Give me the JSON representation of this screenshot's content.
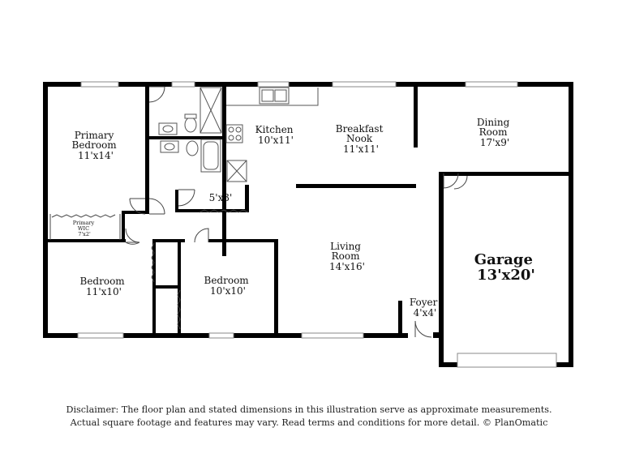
{
  "rooms": {
    "primary_bedroom": {
      "name": "Primary\nBedroom",
      "dim": "11'x14'"
    },
    "primary_wic": {
      "name": "Primary\nWIC",
      "dim": "7'x2'"
    },
    "kitchen": {
      "name": "Kitchen",
      "dim": "10'x11'"
    },
    "breakfast_nook": {
      "name": "Breakfast\nNook",
      "dim": "11'x11'"
    },
    "dining_room": {
      "name": "Dining\nRoom",
      "dim": "17'x9'"
    },
    "closet": {
      "dim": "5'x3'"
    },
    "living_room": {
      "name": "Living\nRoom",
      "dim": "14'x16'"
    },
    "bedroom_left": {
      "name": "Bedroom",
      "dim": "11'x10'"
    },
    "bedroom_middle": {
      "name": "Bedroom",
      "dim": "10'x10'"
    },
    "foyer": {
      "name": "Foyer",
      "dim": "4'x4'"
    },
    "garage": {
      "name": "Garage",
      "dim": "13'x20'"
    }
  },
  "disclaimer": {
    "line1": "Disclaimer: The floor plan and stated dimensions in this illustration serve as approximate measurements.",
    "line2": "Actual square footage and features may vary. Read terms and conditions for more detail. © PlanOmatic"
  },
  "colors": {
    "wall": "#000000",
    "fixture": "#555555",
    "window": "#8a8a8a"
  }
}
